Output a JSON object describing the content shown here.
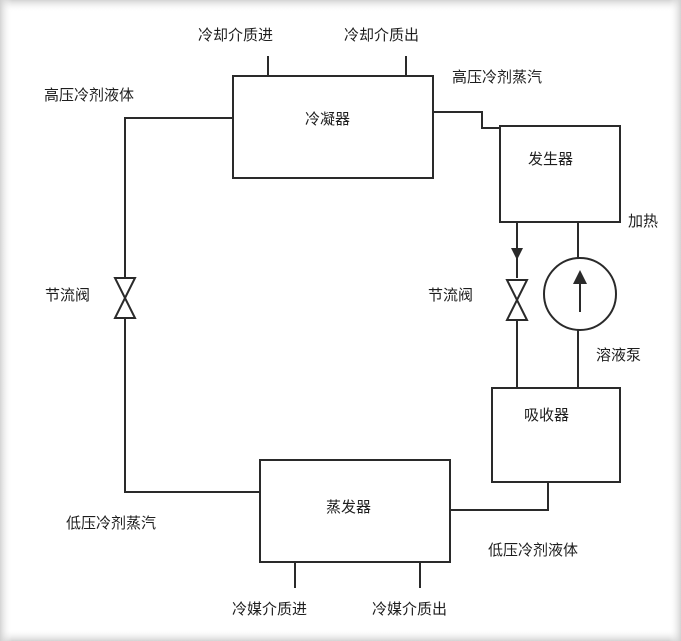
{
  "components": {
    "condenser": "冷凝器",
    "generator": "发生器",
    "absorber": "吸收器",
    "evaporator": "蒸发器",
    "throttle_left": "节流阀",
    "throttle_right": "节流阀",
    "solution_pump": "溶液泵"
  },
  "labels": {
    "cooling_medium_in": "冷却介质进",
    "cooling_medium_out": "冷却介质出",
    "hp_refrigerant_liquid": "高压冷剂液体",
    "hp_refrigerant_vapor": "高压冷剂蒸汽",
    "heating": "加热",
    "lp_refrigerant_vapor": "低压冷剂蒸汽",
    "lp_refrigerant_liquid": "低压冷剂液体",
    "chilled_medium_in": "冷媒介质进",
    "chilled_medium_out": "冷媒介质出"
  }
}
